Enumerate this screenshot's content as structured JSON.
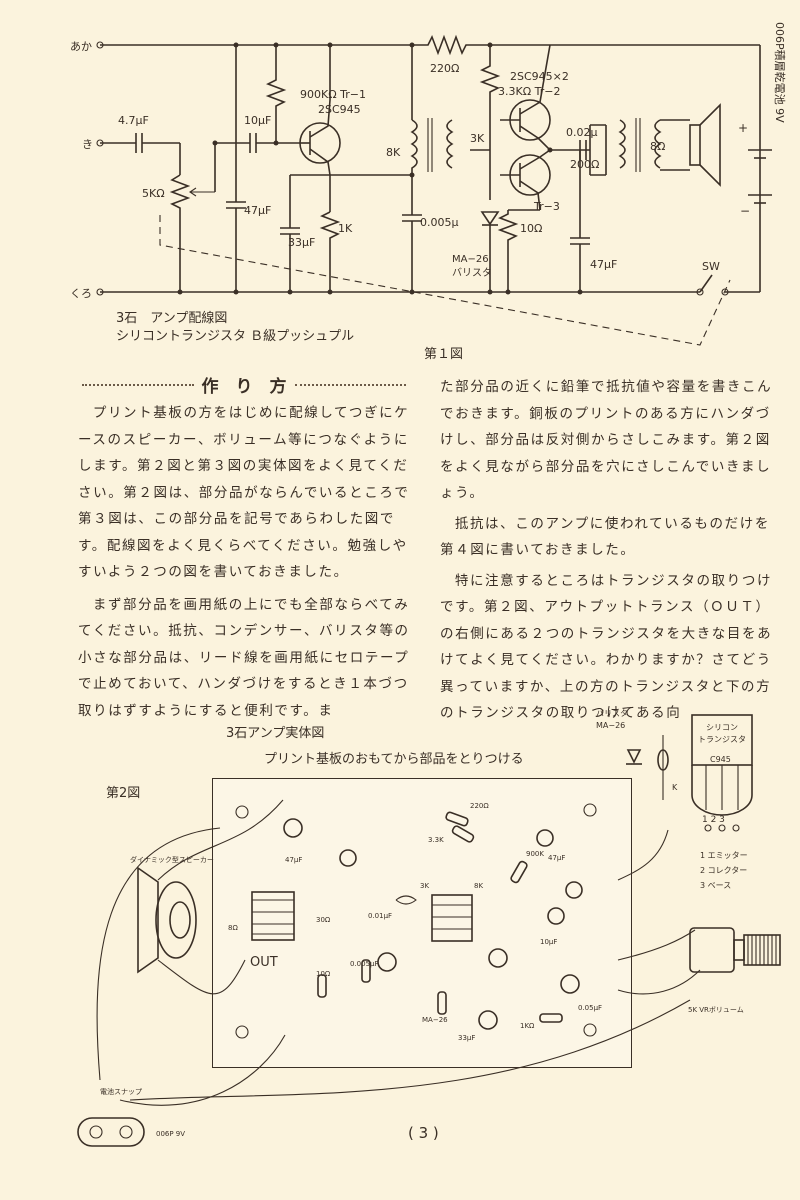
{
  "fig1": {
    "label_aka": "あか",
    "label_ki": "き",
    "label_kuro": "くろ",
    "r220": "220Ω",
    "tr_note1": "2SC945×2",
    "tr_note2": "3.3KΩ  Tr−2",
    "r900k": "900KΩ Tr−1",
    "tr1": "2SC945",
    "c47u": "4.7μF",
    "c10u": "10μF",
    "vr5k": "5KΩ",
    "c47a": "47μF",
    "c33": "33μF",
    "r1k": "1K",
    "t8k": "8K",
    "t3k": "3K",
    "c0005": "0.005μ",
    "c002": "0.02μ",
    "r200": "200Ω",
    "s8": "8Ω",
    "tr3": "Tr−3",
    "r10": "10Ω",
    "ma26a": "MA−26",
    "ma26b": "バリスタ",
    "c47b": "47μF",
    "sw": "SW",
    "battery": "006P積層乾電池 9V",
    "plus": "+",
    "minus": "−",
    "title1": "3石　アンプ配線図",
    "title2": "シリコントランジスタ Ｂ級プッシュプル",
    "figno": "第１図"
  },
  "section_title": "作　り　方",
  "left_paragraphs": [
    "プリント基板の方をはじめに配線してつぎにケースのスピーカー、ボリューム等につなぐようにします。第２図と第３図の実体図をよく見てください。第２図は、部分品がならんでいるところで第３図は、この部分品を記号であらわした図です。配線図をよく見くらべてください。勉強しやすいよう２つの図を書いておきました。",
    "まず部分品を画用紙の上にでも全部ならべてみてください。抵抗、コンデンサー、バリスタ等の小さな部分品は、リード線を画用紙にセロテープで止めておいて、ハンダづけをするとき１本づつ取りはずすようにすると便利です。ま"
  ],
  "right_paragraphs": [
    "た部分品の近くに鉛筆で抵抗値や容量を書きこんでおきます。銅板のプリントのある方にハンダづけし、部分品は反対側からさしこみます。第２図をよく見ながら部分品を穴にさしこんでいきましょう。",
    "抵抗は、このアンプに使われているものだけを第４図に書いておきました。",
    "特に注意するところはトランジスタの取りつけです。第２図、アウトプットトランス（ＯＵＴ）の右側にある２つのトランジスタを大きな目をあけてよく見てください。わかりますか？さてどう異っていますか、上の方のトランジスタと下の方のトランジスタの取りつけてある向"
  ],
  "fig2": {
    "title": "3石アンプ実体図",
    "subtitle": "プリント基板のおもてから部品をとりつける",
    "figno": "第2図",
    "out": "OUT",
    "varistor_top1": "バリスタ",
    "varistor_top2": "MA−26",
    "cathode": "K",
    "tr_body1": "シリコン",
    "tr_body2": "トランジスタ",
    "tr_part": "C945",
    "pin1": "1 エミッター",
    "pin2": "2 コレクター",
    "pin3": "3 ベース",
    "pins": "1 2 3",
    "speaker": "ダイナミック型スピーカー",
    "volume": "5K VRボリューム",
    "snap": "電池スナップ",
    "battery": "006P 9V",
    "vals": [
      "220Ω",
      "3.3K",
      "47μF",
      "900K",
      "30Ω",
      "0.01μF",
      "3K",
      "8K",
      "10μF",
      "0.005μF",
      "10Ω",
      "33μF",
      "MA−26",
      "1KΩ",
      "0.05μF",
      "8Ω",
      "47μF"
    ]
  },
  "page_number": "( 3 )"
}
